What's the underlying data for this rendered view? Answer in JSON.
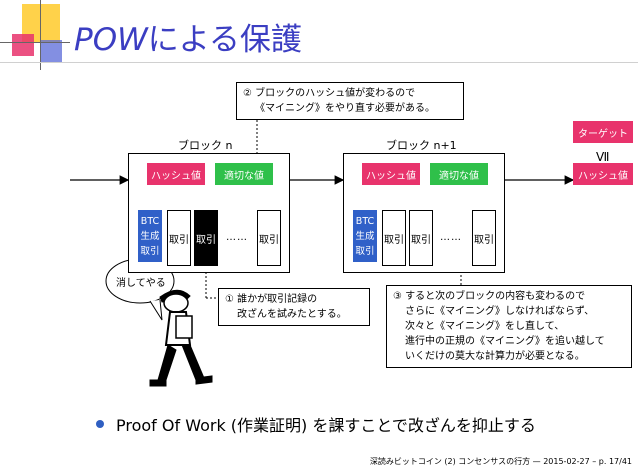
{
  "title": {
    "latin": "POW",
    "rest": "による保護"
  },
  "block_n": {
    "label": "ブロック n",
    "hash": "ハッシュ値",
    "nonce": "適切な値",
    "coinbase": [
      "BTC",
      "生成",
      "取引"
    ],
    "tx": [
      "取引",
      "取引",
      "取引"
    ],
    "dots": "……"
  },
  "block_n1": {
    "label": "ブロック n+1",
    "hash": "ハッシュ値",
    "nonce": "適切な値",
    "coinbase": [
      "BTC",
      "生成",
      "取引"
    ],
    "tx": [
      "取引",
      "取引",
      "取引"
    ],
    "dots": "……"
  },
  "target": {
    "label": "ターゲット",
    "roman": "Ⅶ",
    "hash": "ハッシュ値"
  },
  "note2": [
    "② ブロックのハッシュ値が変わるので",
    "《マイニング》をやり直す必要がある。"
  ],
  "note1": [
    "① 誰かが取引記録の",
    "改ざんを試みたとする。"
  ],
  "note3": [
    "③ すると次のブロックの内容も変わるので",
    "さらに《マイニング》しなければならず、",
    "次々と《マイニング》をし直して、",
    "進行中の正規の《マイニング》を追い越して",
    "いくだけの莫大な計算力が必要となる。"
  ],
  "speech": "消してやる",
  "bullet": "Proof Of Work (作業証明) を課すことで改ざんを抑止する",
  "footer": "深読みビットコイン (2) コンセンサスの行方 — 2015-02-27 – p. 17/41",
  "colors": {
    "title": "#3b3ec2",
    "hash": "#e8336c",
    "nonce": "#2fc04a",
    "coinbase": "#3060c8",
    "deco_yellow": "#ffd24a",
    "deco_red": "#e8336c",
    "deco_blue": "#5a6ad8"
  }
}
